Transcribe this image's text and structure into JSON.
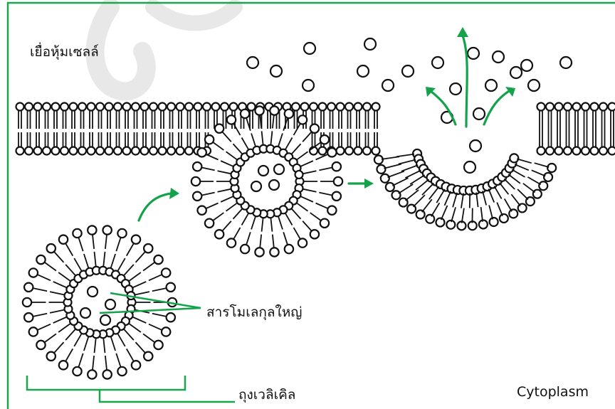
{
  "labels": {
    "cell_membrane": "เยื่อหุ้มเซลล์",
    "large_molecules": "สารโมเลกุลใหญ่",
    "vesicle": "ถุงเวลิเคิล",
    "cytoplasm": "Cytoplasm"
  },
  "colors": {
    "frame": "#1aa64a",
    "arrow": "#14a24a",
    "ink": "#111111",
    "watermark": "#d6d6d6"
  }
}
